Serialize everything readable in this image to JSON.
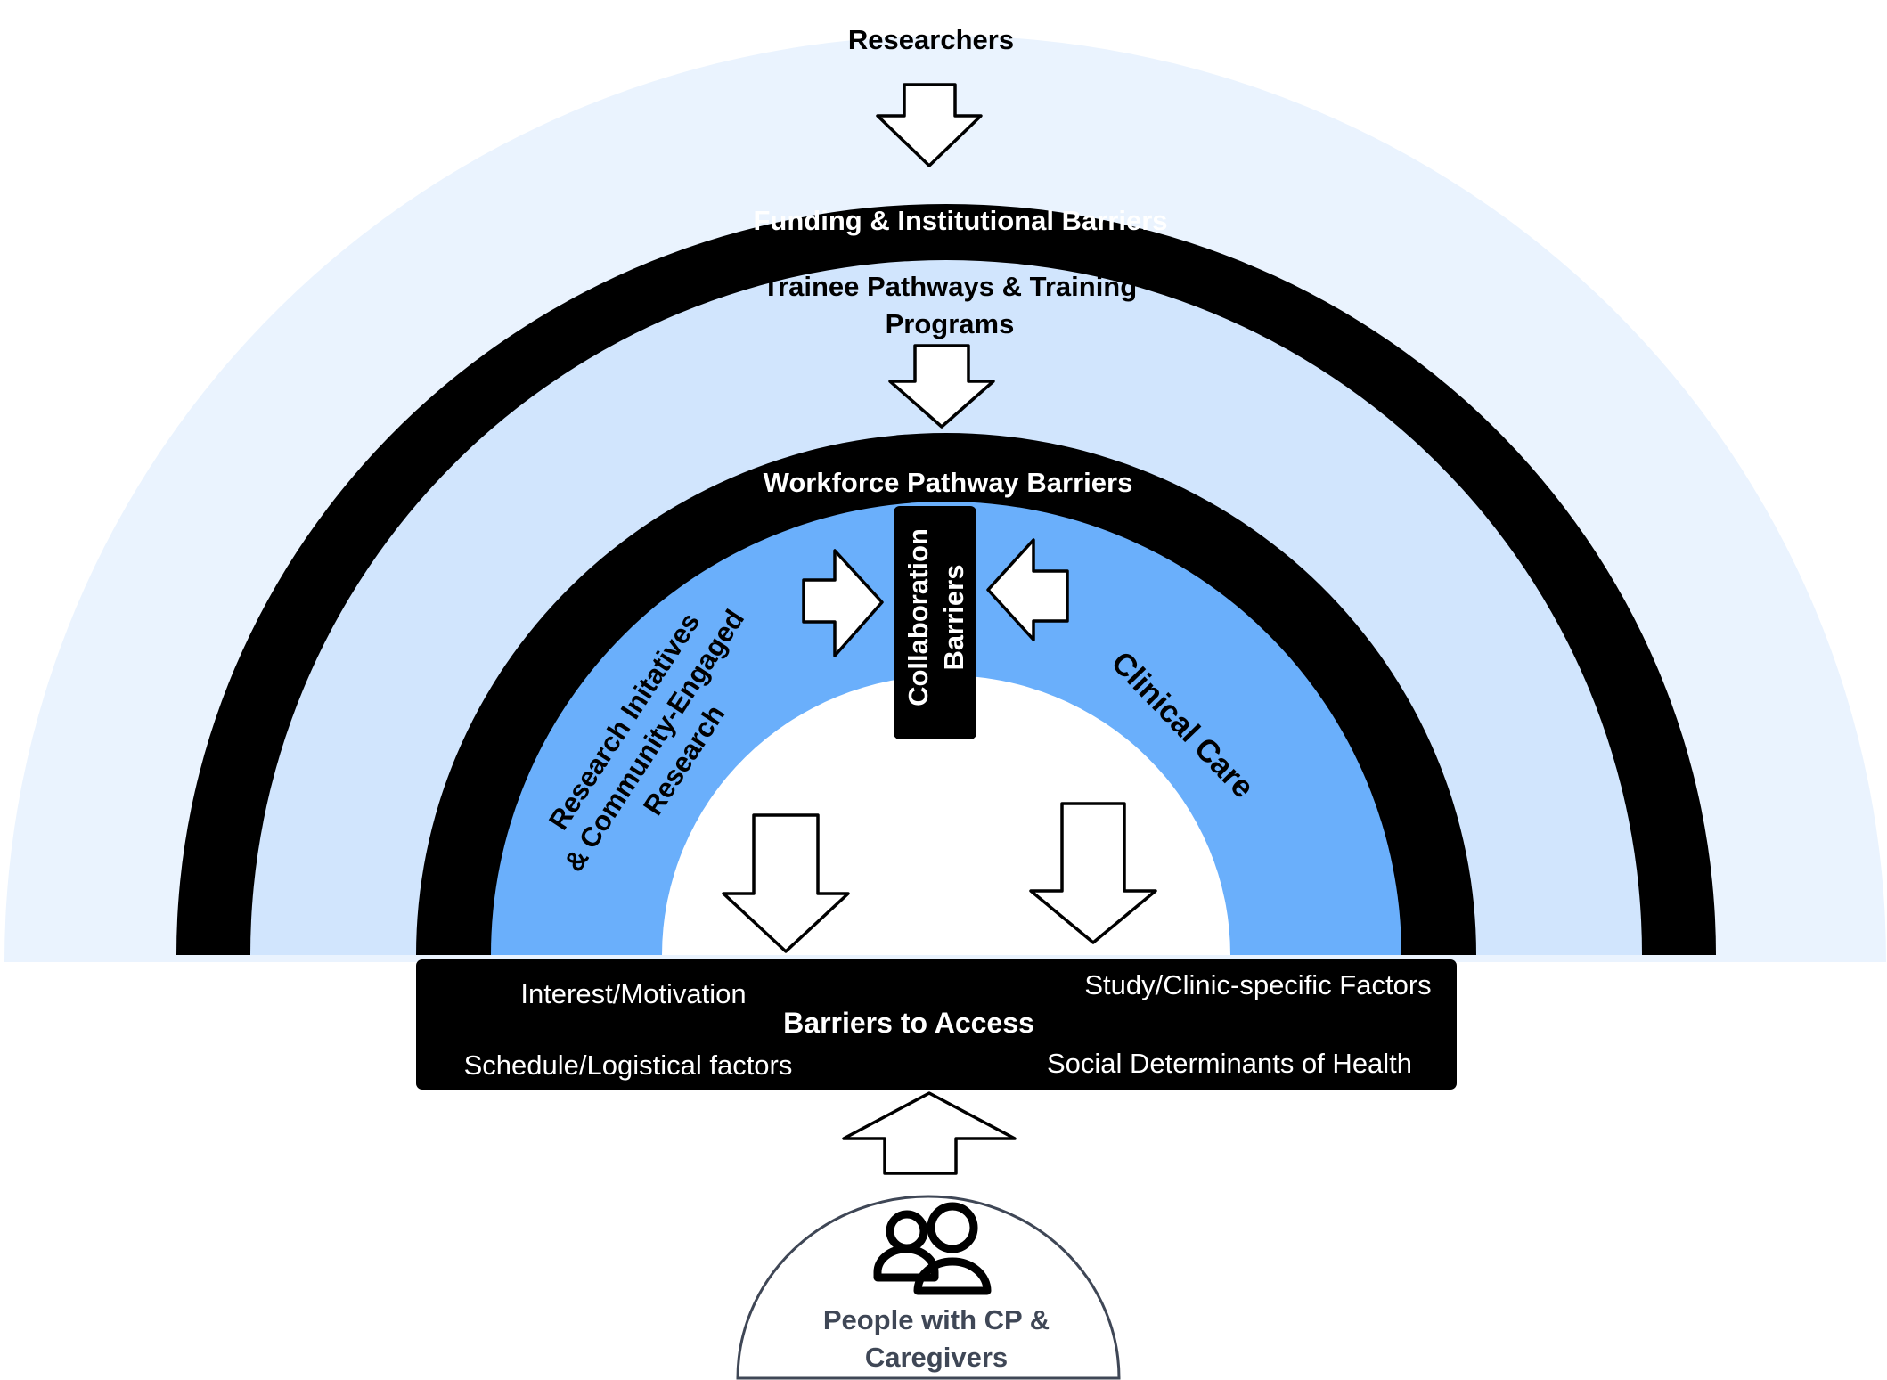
{
  "colors": {
    "outer_band": "#eaf3fe",
    "middle_band": "#d1e5fd",
    "inner_band": "#6aaffb",
    "ring": "#000000",
    "arrow_fill": "#ffffff",
    "dark_text": "#3f4756"
  },
  "labels": {
    "researchers": "Researchers",
    "funding": "Funding & Institutional Barriers",
    "trainee_line1": "Trainee Pathways & Training",
    "trainee_line2": "Programs",
    "workforce": "Workforce Pathway Barriers",
    "collaboration_line1": "Collaboration",
    "collaboration_line2": "Barriers",
    "research_line1": "Research Initatives",
    "research_line2": "& Community-Engaged",
    "research_line3": "Research",
    "clinical": "Clinical Care",
    "access_title": "Barriers to Access",
    "access_interest": "Interest/Motivation",
    "access_study": "Study/Clinic-specific Factors",
    "access_schedule": "Schedule/Logistical factors",
    "access_social": "Social Determinants of Health",
    "people_line1": "People with CP &",
    "people_line2": "Caregivers"
  },
  "icons": {
    "people": "people-icon",
    "arrow": "block-arrow-icon"
  }
}
